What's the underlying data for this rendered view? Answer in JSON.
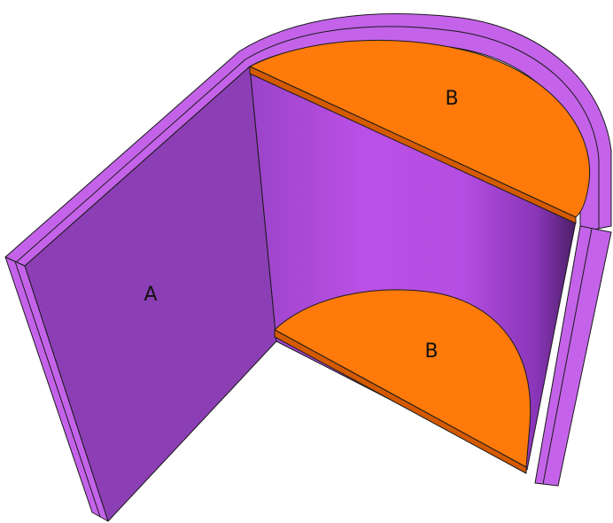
{
  "diagram": {
    "labels": {
      "flat_panel": "A",
      "top_half_disk": "B",
      "bottom_half_disk": "B"
    },
    "colors": {
      "panel_purple": "#8c3fb5",
      "panel_light": "#b04ee0",
      "rim_purple": "#c463ea",
      "rim_edge": "#d07cf2",
      "disk_orange": "#ff7a0a",
      "disk_edge": "#d45a00",
      "outline": "#1a1a1a"
    }
  }
}
